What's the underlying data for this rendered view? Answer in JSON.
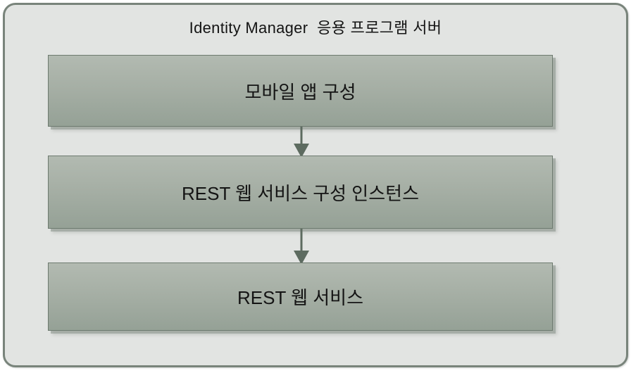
{
  "diagram": {
    "title": "Identity Manager  응용 프로그램 서버",
    "nodes": [
      {
        "id": "mobile-app-config",
        "label": "모바일 앱 구성"
      },
      {
        "id": "rest-ws-config-instance",
        "label": "REST 웹 서비스 구성 인스턴스"
      },
      {
        "id": "rest-web-service",
        "label": "REST 웹 서비스"
      }
    ],
    "edges": [
      {
        "from": "mobile-app-config",
        "to": "rest-ws-config-instance",
        "type": "arrow-down"
      },
      {
        "from": "rest-ws-config-instance",
        "to": "rest-web-service",
        "type": "arrow-down"
      }
    ],
    "colors": {
      "container_fill": "#e2e4e2",
      "container_border": "#79847b",
      "node_fill_top": "#b2bab1",
      "node_fill_bottom": "#95a196",
      "node_border": "#6d7a6f",
      "node_shadow": "#949c95",
      "arrow": "#5d6b60",
      "text": "#141414"
    }
  }
}
